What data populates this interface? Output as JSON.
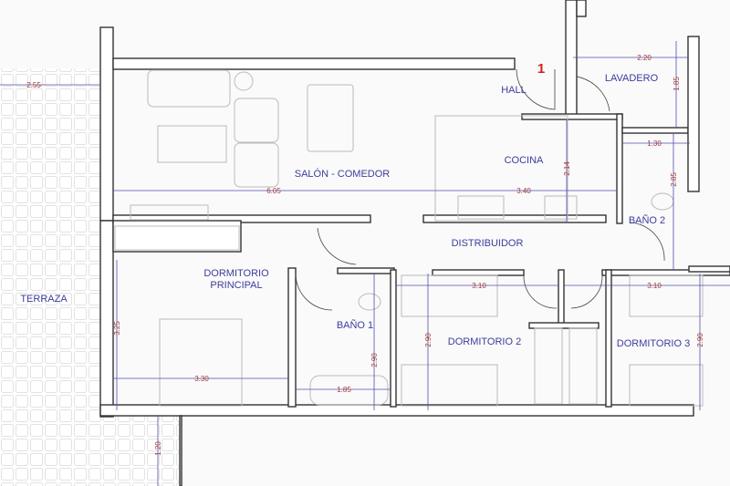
{
  "plan": {
    "marker": "1",
    "rooms": {
      "terraza": "TERRAZA",
      "salon": "SALÓN - COMEDOR",
      "cocina": "COCINA",
      "hall": "HALL",
      "lavadero": "LAVADERO",
      "bano2": "BAÑO 2",
      "distribuidor": "DISTRIBUIDOR",
      "dormitorio_principal_1": "DORMITORIO",
      "dormitorio_principal_2": "PRINCIPAL",
      "bano1": "BAÑO 1",
      "dormitorio2": "DORMITORIO 2",
      "dormitorio3": "DORMITORIO 3"
    },
    "dimensions": {
      "terraza_width": "2.55",
      "salon_width": "6.05",
      "cocina_width": "3.40",
      "cocina_depth": "2.14",
      "lavadero_width": "2.20",
      "lavadero_depth": "1.85",
      "bano2_width": "1.30",
      "bano2_depth": "2.85",
      "dorm_principal_depth": "3.25",
      "dorm_principal_width": "3.30",
      "bano1_width": "1.85",
      "bano1_depth": "2.90",
      "dorm2_depth": "2.90",
      "dorm2_width": "3.10",
      "dorm3_width": "3.10",
      "dorm3_depth": "2.90",
      "terraza_lower": "1.20"
    },
    "colors": {
      "room_label": "#3d3d9e",
      "dimension": "#a33a3a",
      "marker": "#d42020"
    }
  }
}
